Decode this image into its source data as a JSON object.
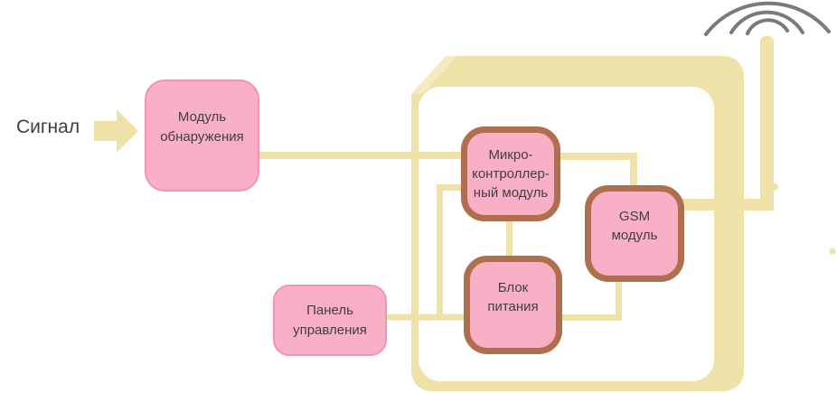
{
  "diagram": {
    "signal_label": "Сигнал",
    "nodes": {
      "detection_module": {
        "lines": [
          "Модуль",
          "обнаружения"
        ]
      },
      "microcontroller_module": {
        "lines": [
          "Микро-",
          "контроллер-",
          "ный модуль"
        ]
      },
      "gsm_module": {
        "lines": [
          "GSM",
          "модуль"
        ]
      },
      "power_supply": {
        "lines": [
          "Блок",
          "питания"
        ]
      },
      "control_panel": {
        "lines": [
          "Панель",
          "управления"
        ]
      }
    },
    "icons": [
      "signal-arrow-icon",
      "antenna-icon",
      "radio-waves-icon"
    ],
    "colors": {
      "connector_cream": "#eee2a8",
      "enclosure_cream": "#eee2a8",
      "bevel_highlight": "#f6edc8",
      "node_pink": "#f9b0c6",
      "node_pink_border": "#f294b1",
      "module_brown_border": "#af6f4d",
      "wave_gray": "#7a7a7a",
      "text": "#3f3f3f"
    }
  }
}
